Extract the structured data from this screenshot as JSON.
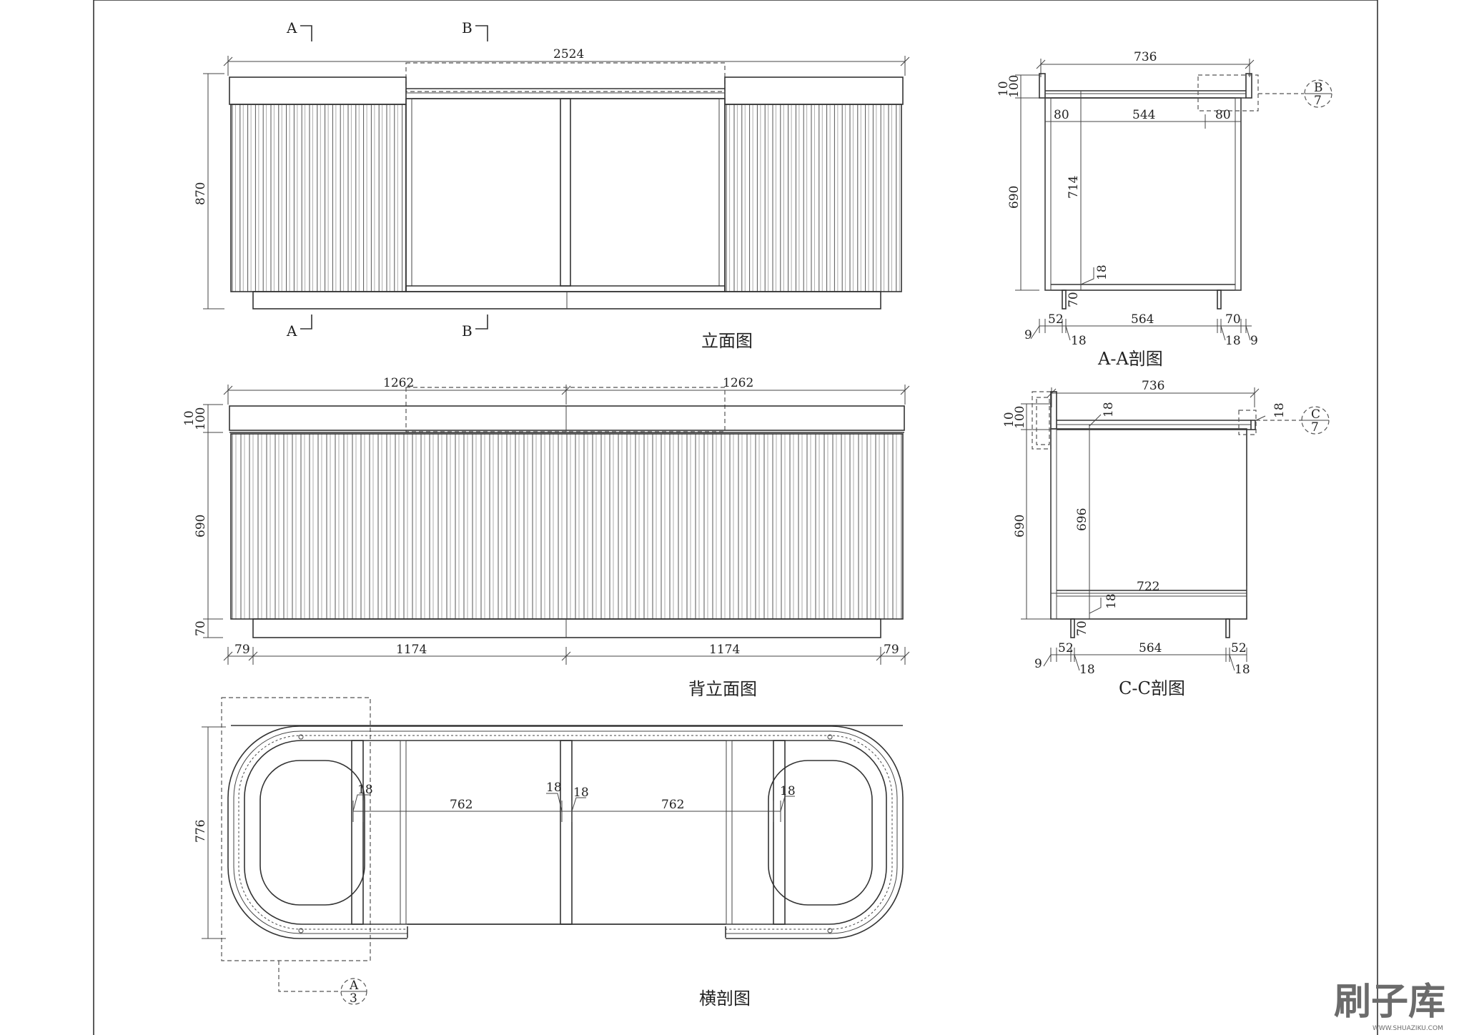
{
  "views": {
    "front": {
      "title": "立面图",
      "overall": "2524",
      "height": "870"
    },
    "back": {
      "title": "背立面图",
      "top_left": "1262",
      "top_right": "1262",
      "h10": "10",
      "h100": "100",
      "h690": "690",
      "h70": "70",
      "b79l": "79",
      "b1174l": "1174",
      "b1174r": "1174",
      "b79r": "79"
    },
    "plan": {
      "title": "横剖图",
      "h776": "776",
      "d18a": "18",
      "d762a": "762",
      "d18b": "18",
      "d18c": "18",
      "d762b": "762",
      "d18d": "18"
    },
    "section_a": {
      "title": "A-A剖图",
      "w736": "736",
      "h10": "10",
      "h100": "100",
      "d80l": "80",
      "d544": "544",
      "d80r": "80",
      "h690": "690",
      "h714": "714",
      "d18": "18",
      "h70": "70",
      "b9l": "9",
      "b52": "52",
      "b18l": "18",
      "b564": "564",
      "b70": "70",
      "b18r": "18",
      "b9r": "9"
    },
    "section_c": {
      "title": "C-C剖图",
      "w736": "736",
      "h10": "10",
      "h100": "100",
      "d18top": "18",
      "d18r": "18",
      "h690": "690",
      "h696": "696",
      "d722": "722",
      "d18": "18",
      "h70": "70",
      "b9": "9",
      "b52l": "52",
      "b18l": "18",
      "b564": "564",
      "b52r": "52",
      "b18r": "18"
    }
  },
  "section_marks": {
    "a_top": "A",
    "b_top": "B",
    "a_bot": "A",
    "b_bot": "B"
  },
  "detail_callouts": {
    "b7": {
      "letter": "B",
      "num": "7"
    },
    "c7": {
      "letter": "C",
      "num": "7"
    },
    "a3": {
      "letter": "A",
      "num": "3"
    }
  },
  "watermark": {
    "cn": "刷子库",
    "url": "WWW.SHUAZIKU.COM"
  }
}
